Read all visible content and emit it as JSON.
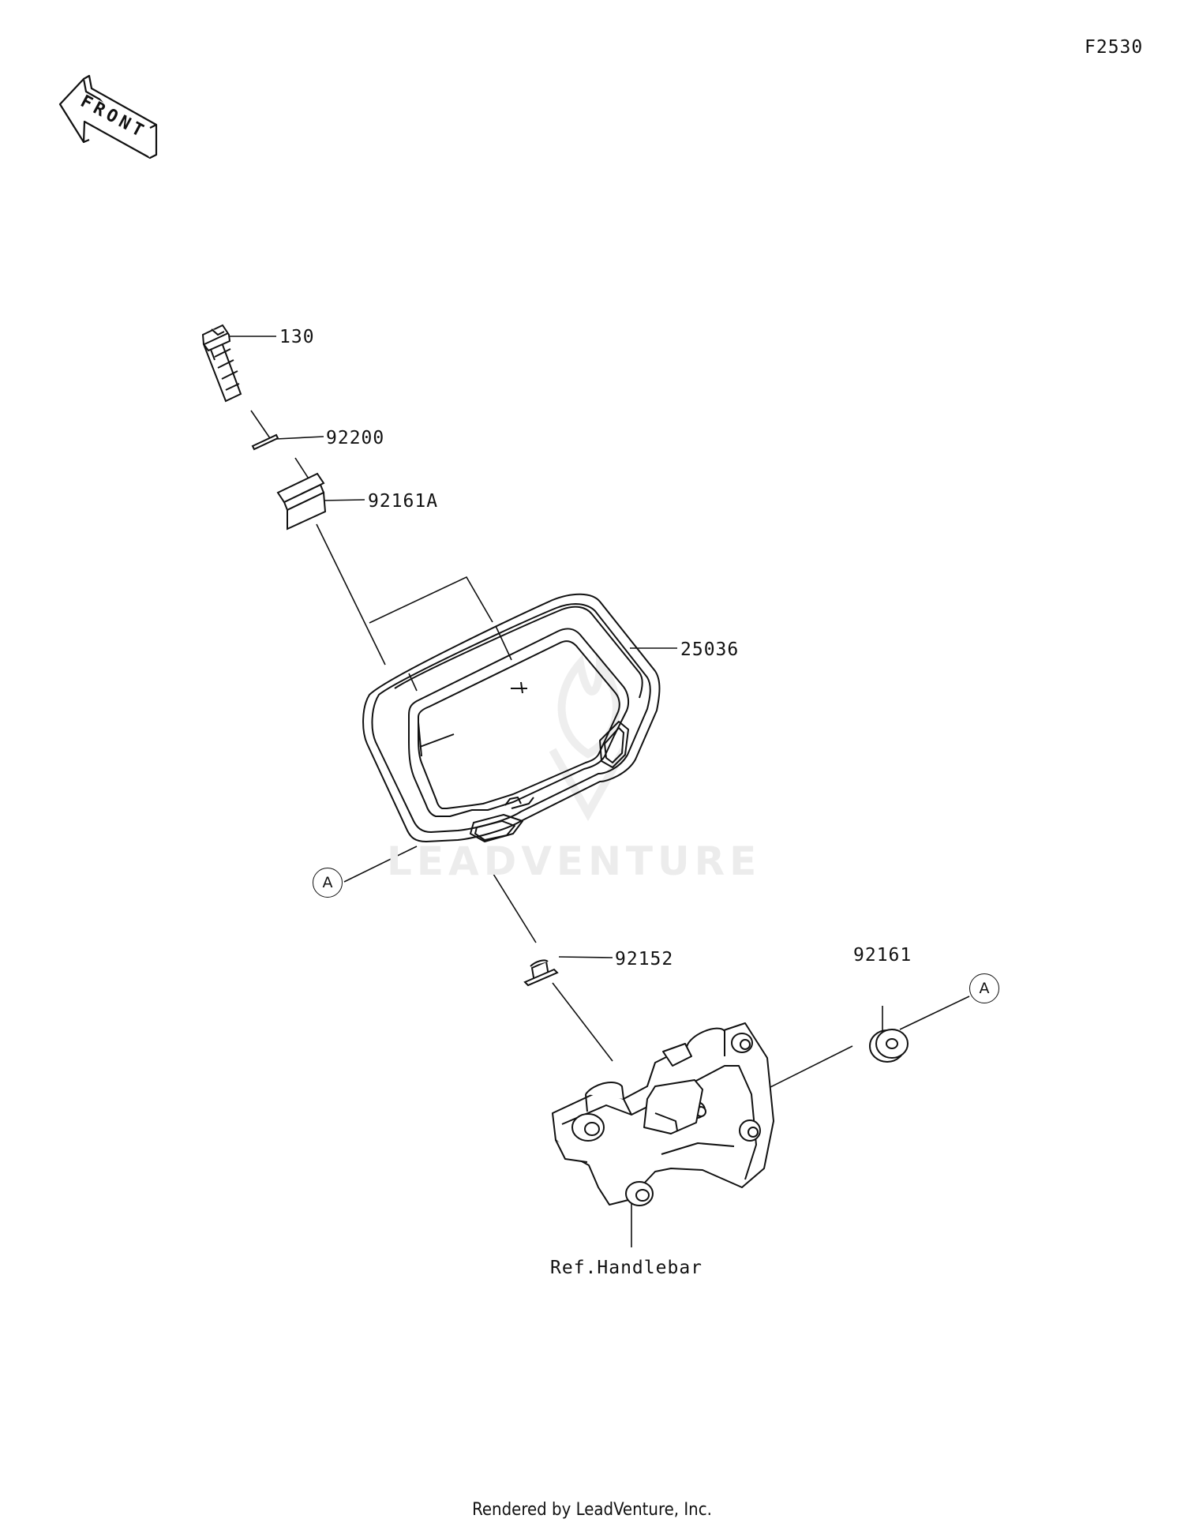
{
  "figure_code": "F2530",
  "front_arrow_label": "FRONT",
  "parts": {
    "bolt": "130",
    "washer": "92200",
    "grommet_upper": "92161A",
    "meter_assembly": "25036",
    "collar": "92152",
    "grommet_lower": "92161",
    "handlebar_ref": "Ref.Handlebar"
  },
  "callout_a_left": "A",
  "callout_a_right": "A",
  "watermark": "LEADVENTURE",
  "footer": "Rendered by LeadVenture, Inc."
}
